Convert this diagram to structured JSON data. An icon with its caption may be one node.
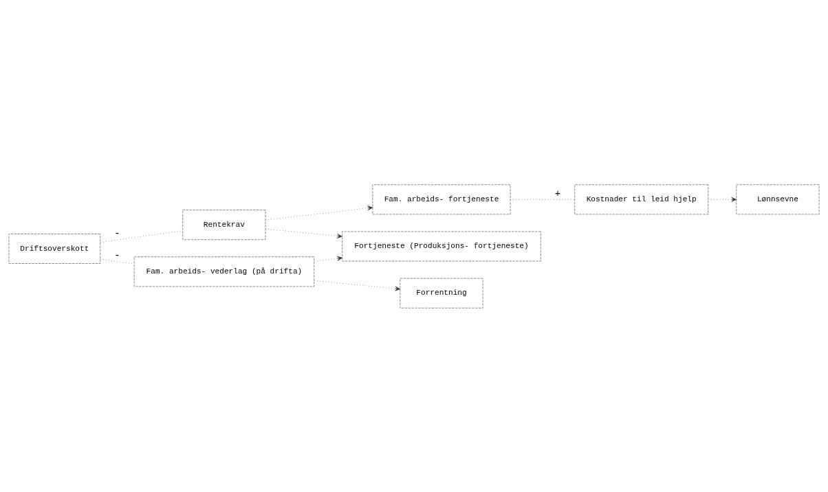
{
  "diagram": {
    "nodes": [
      {
        "text": [
          "Driftsoverskott"
        ]
      },
      {
        "text": [
          "Rentekrav"
        ]
      },
      {
        "text": [
          "Fam. arbeids- vederlag (på drifta)"
        ]
      },
      {
        "text": [
          "Fam. arbeids- fortjeneste"
        ]
      },
      {
        "text": [
          "Fortjeneste (Produksjons- fortjeneste)"
        ]
      },
      {
        "text": [
          "Forrentning"
        ]
      },
      {
        "text": [
          "Kostnader til leid hjelp"
        ]
      },
      {
        "text": [
          "Lønnsevne"
        ]
      }
    ],
    "edges": [
      {
        "from": 0,
        "to": 1,
        "arrow": "none",
        "label": "-"
      },
      {
        "from": 0,
        "to": 2,
        "arrow": "none",
        "label": "-"
      },
      {
        "from": 1,
        "to": 3,
        "arrow": "to"
      },
      {
        "from": 1,
        "to": 4,
        "arrow": "to"
      },
      {
        "from": 2,
        "to": 4,
        "arrow": "to"
      },
      {
        "from": 2,
        "to": 5,
        "arrow": "to"
      },
      {
        "from": 3,
        "to": 6,
        "arrow": "none",
        "label": "+"
      },
      {
        "from": 6,
        "to": 7,
        "arrow": "to"
      }
    ]
  }
}
